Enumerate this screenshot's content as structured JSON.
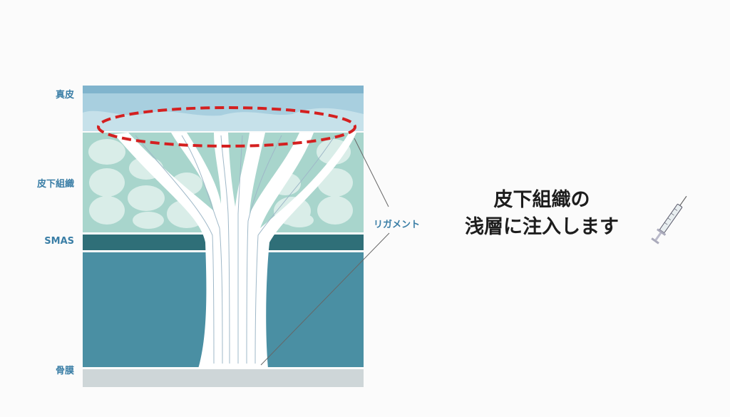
{
  "labels": {
    "dermis": "真皮",
    "subcutaneous": "皮下組織",
    "smas": "SMAS",
    "periosteum": "骨膜",
    "ligament": "リガメント"
  },
  "caption": {
    "line1": "皮下組織の",
    "line2": "浅層に注入します"
  },
  "colors": {
    "highlight": "#d42020",
    "label": "#3a7ea6",
    "muscle": "#4a8fa3",
    "smas": "#2f6f78",
    "fat": "#a8d5cc"
  },
  "icons": [
    "syringe-icon"
  ]
}
